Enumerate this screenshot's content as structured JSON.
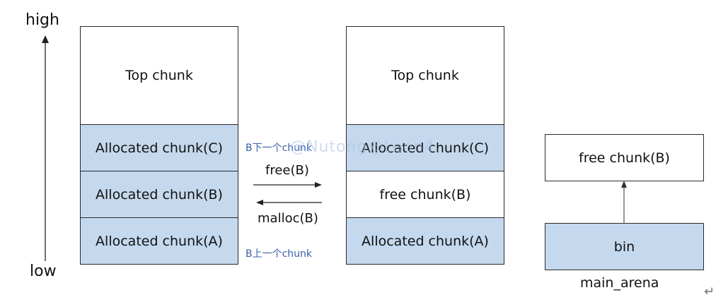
{
  "axis": {
    "high": "high",
    "low": "low"
  },
  "left_stack": {
    "top": "Top chunk",
    "c": "Allocated chunk(C)",
    "b": "Allocated chunk(B)",
    "a": "Allocated chunk(A)"
  },
  "right_stack": {
    "top": "Top chunk",
    "c": "Allocated chunk(C)",
    "b": "free chunk(B)",
    "a": "Allocated chunk(A)"
  },
  "notes": {
    "next": "B下一个chunk",
    "prev": "B上一个chunk"
  },
  "arrows": {
    "free": "free(B)",
    "malloc": "malloc(B)"
  },
  "arena": {
    "free_chunk": "free chunk(B)",
    "bin": "bin",
    "caption": "main_arena"
  },
  "watermark": "@Nutong@Leon4",
  "return_symbol": "↵",
  "colors": {
    "allocated": "#c5d9ee",
    "free": "#ffffff",
    "note": "#3a5fa6",
    "border": "#2a2a2a"
  }
}
